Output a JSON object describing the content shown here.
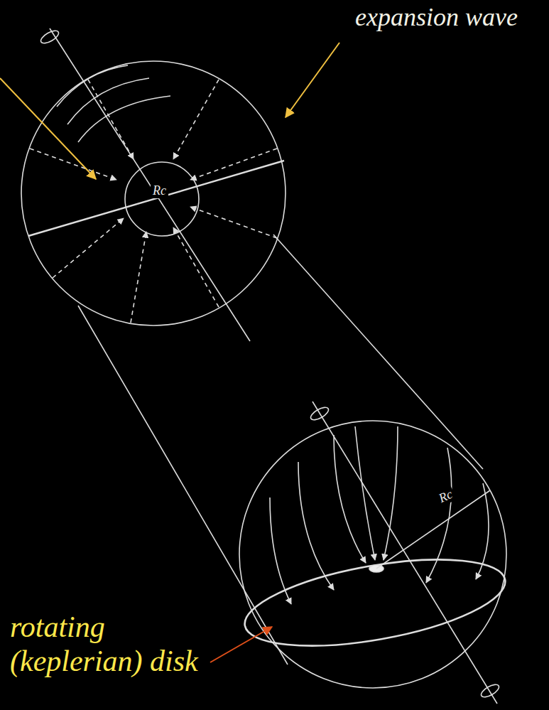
{
  "diagram": {
    "labels": [
      "expansion wave",
      "Rc",
      "Rc",
      "rotating (keplerian) disk"
    ]
  }
}
